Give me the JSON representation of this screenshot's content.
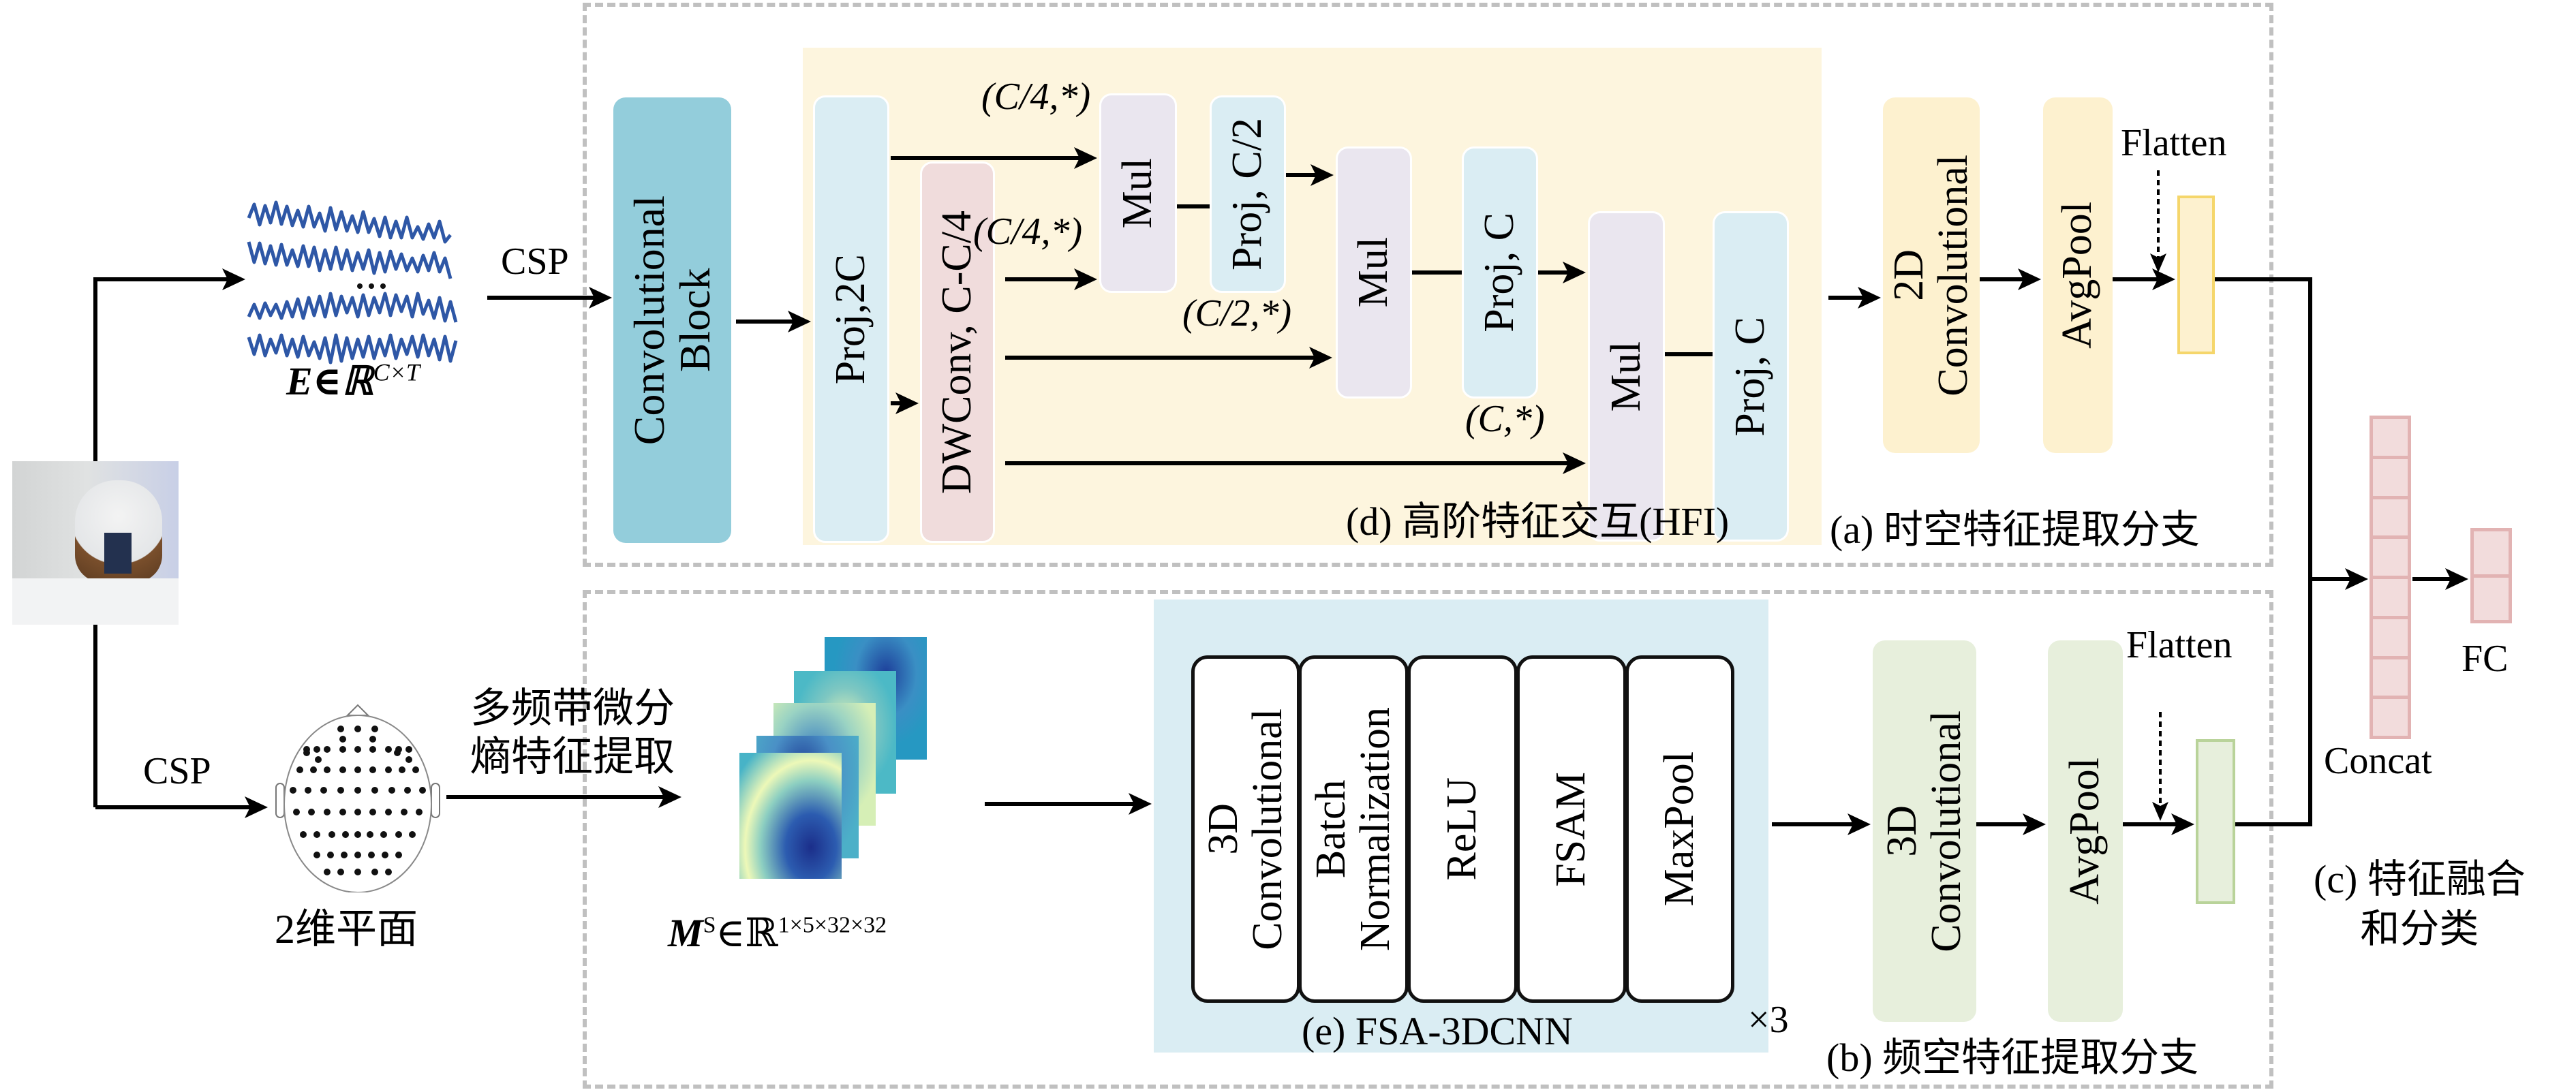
{
  "figure": {
    "input_photo_alt": "EEG cap subject photo",
    "top_branch": {
      "caption": "(a) 时空特征提取分支",
      "signal_label": "E∈ℝ",
      "signal_sup": "C×T",
      "csp_label": "CSP",
      "conv_block": "Convolutional Block",
      "conv_block_line1": "Convolutional",
      "conv_block_line2": "Block",
      "hfi": {
        "caption": "(d) 高阶特征交互(HFI)",
        "proj_2c": "Proj,2C",
        "dwconv": "DWConv, C-C/4",
        "mul": "Mul",
        "proj_c2": "Proj, C/2",
        "proj_c": "Proj, C",
        "edge_c4_top": "(C/4,*)",
        "edge_c4_mid": "(C/4,*)",
        "edge_c2": "(C/2,*)",
        "edge_c": "(C,*)"
      },
      "conv2d_line1": "2D",
      "conv2d_line2": "Convolutional",
      "avgpool": "AvgPool",
      "flatten": "Flatten"
    },
    "bottom_branch": {
      "caption": "(b) 频空特征提取分支",
      "csp_label": "CSP",
      "head_label": "2维平面",
      "de_label_line1": "多频带微分",
      "de_label_line2": "熵特征提取",
      "tensor_label": "M",
      "tensor_sup_s": "S",
      "tensor_rest": "∈ℝ",
      "tensor_sup": "1×5×32×32",
      "fsa": {
        "caption": "(e) FSA-3DCNN",
        "repeat": "×3",
        "blocks": [
          {
            "line1": "3D",
            "line2": "Convolutional"
          },
          {
            "line1": "Batch",
            "line2": "Normalization"
          },
          {
            "line1": "ReLU",
            "line2": ""
          },
          {
            "line1": "FSAM",
            "line2": ""
          },
          {
            "line1": "MaxPool",
            "line2": ""
          }
        ]
      },
      "conv3d_line1": "3D",
      "conv3d_line2": "Convolutional",
      "avgpool": "AvgPool",
      "flatten": "Flatten"
    },
    "fusion": {
      "concat_label": "Concat",
      "fc_label": "FC",
      "caption_line1": "(c) 特征融合",
      "caption_line2": "和分类",
      "concat_cells": 8,
      "fc_cells": 2
    },
    "colors": {
      "conv_block": "#93CDDB",
      "hfi_bg": "#FDF5DE",
      "proj": "#DAEDF3",
      "dwconv": "#F0DCDC",
      "mul": "#EAE6EF",
      "conv2d": "#FDF1CF",
      "conv3d": "#E7EFDC",
      "fsa_bg": "#DAEDF3",
      "concat": "#F2DCDC",
      "signal": "#2E57A6",
      "dash": "#C0C0C0"
    }
  }
}
